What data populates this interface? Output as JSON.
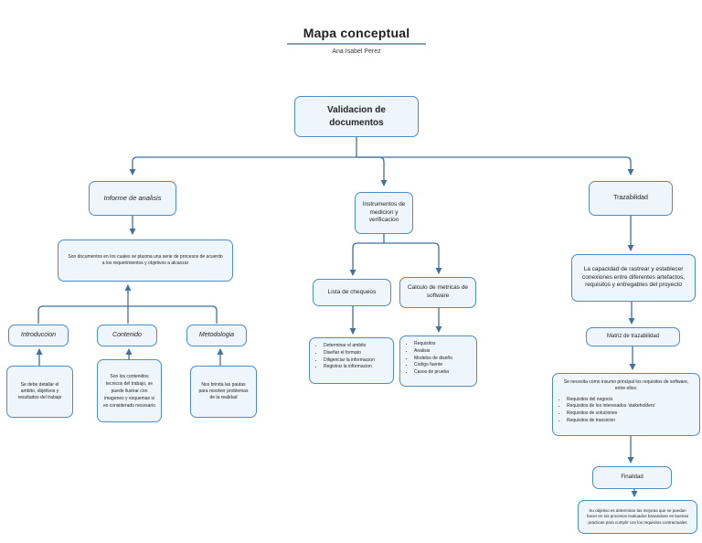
{
  "header": {
    "title": "Mapa conceptual",
    "author": "Ana Isabel Perez"
  },
  "nodes": {
    "root": "Validacion de documentos",
    "informe": "Informe de analisis",
    "informe_desc": "Son documentos en los cuales se plasma una serie de procesos de acuerdo a los requerimientos y objetivos a alcanzar",
    "introduccion": "Introduccion",
    "introduccion_desc": "Se debe detallar el ambito, objetivos y resultados del trabajo",
    "contenido": "Contenido",
    "contenido_desc": "Son los contenidos tecnicos del trabajo, se puede ilustrar con imagenes y esquemas si es considerado necesario",
    "metodologia": "Metodologia",
    "metodologia_desc": "Nos brinda las pautas para resolver problemas de la realidad",
    "instrumentos": "Instrumentos de medicion y verificacion",
    "lista_chequeos": "Lista de chequeos",
    "lista_chequeos_items": [
      "Determinar el ambito",
      "Diseñar el formato",
      "Diligenciar la informacion",
      "Registrar la informacion"
    ],
    "calculo_metricas": "Calculo de metricas de software",
    "calculo_metricas_items": [
      "Requisitos",
      "Analisis",
      "Modelos de diseño",
      "Codigo fuente",
      "Casos de prueba"
    ],
    "trazabilidad": "Trazabilidad",
    "trazabilidad_desc": "La capacidad de rastrear y establecer conexiones entre diferentes artefactos, requisitos y entregables del proyecto",
    "matriz": "Matriz de trazabilidad",
    "insumo_intro": "Se necesita como insumo principal los requisitos de software, entre ellos:",
    "insumo_items": [
      "Requisitos del negocio",
      "Requisitos de los interesados 'stakeholders'",
      "Requisitos de soluciones",
      "Requisitos de transicion"
    ],
    "finalidad": "Finalidad",
    "finalidad_desc": "Su objetivo es determinar las mejoras que se puedan hacer en los procesos evaluados basandose en buenas practicas para cumplir con los requisitos contractuales"
  },
  "colors": {
    "node_border": "#4e8cc2",
    "node_fill": "#eef5fb",
    "connector": "#41719c",
    "title_underline": "#8aa0b5"
  }
}
